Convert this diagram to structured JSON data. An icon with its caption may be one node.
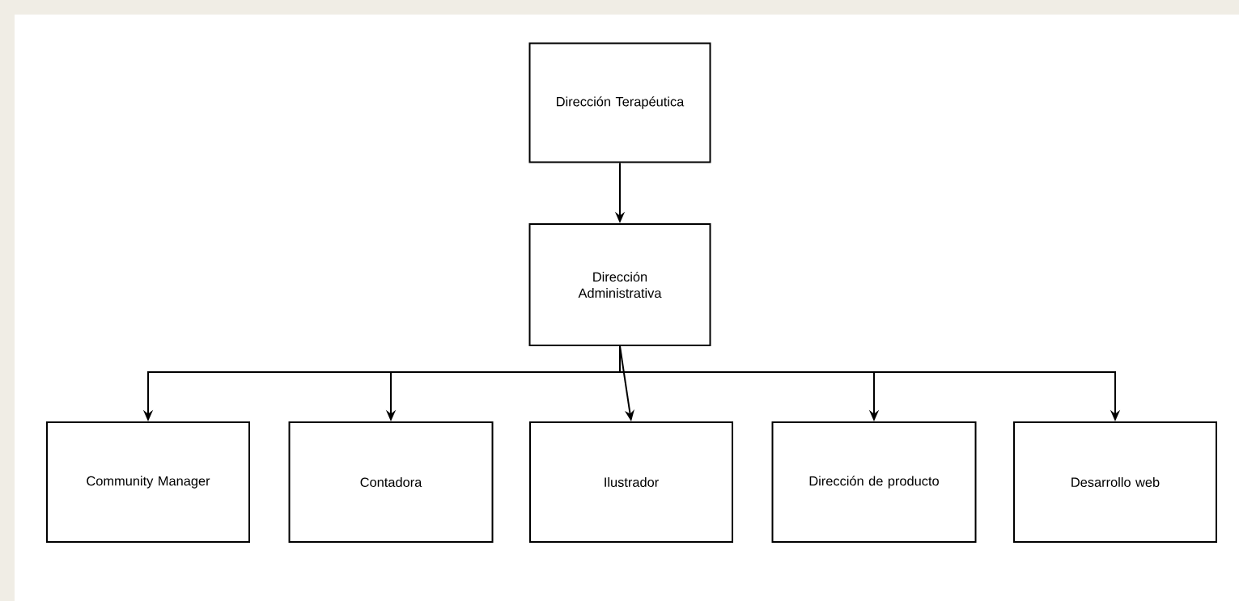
{
  "diagram": {
    "nodes": [
      {
        "text": [
          "Dirección Terapéutica"
        ]
      },
      {
        "text": [
          "Dirección Administrativa"
        ]
      },
      {
        "text": [
          "Community Manager"
        ]
      },
      {
        "text": [
          "Contadora"
        ]
      },
      {
        "text": [
          "Ilustrador"
        ]
      },
      {
        "text": [
          "Dirección de producto"
        ]
      },
      {
        "text": [
          "Desarrollo web"
        ]
      }
    ],
    "edges": [
      {
        "from": 0,
        "to": 1,
        "arrow": "to"
      },
      {
        "from": 1,
        "to": 2,
        "arrow": "to"
      },
      {
        "from": 1,
        "to": 3,
        "arrow": "to"
      },
      {
        "from": 1,
        "to": 4,
        "arrow": "to"
      },
      {
        "from": 1,
        "to": 5,
        "arrow": "to"
      },
      {
        "from": 1,
        "to": 6,
        "arrow": "to"
      }
    ]
  }
}
